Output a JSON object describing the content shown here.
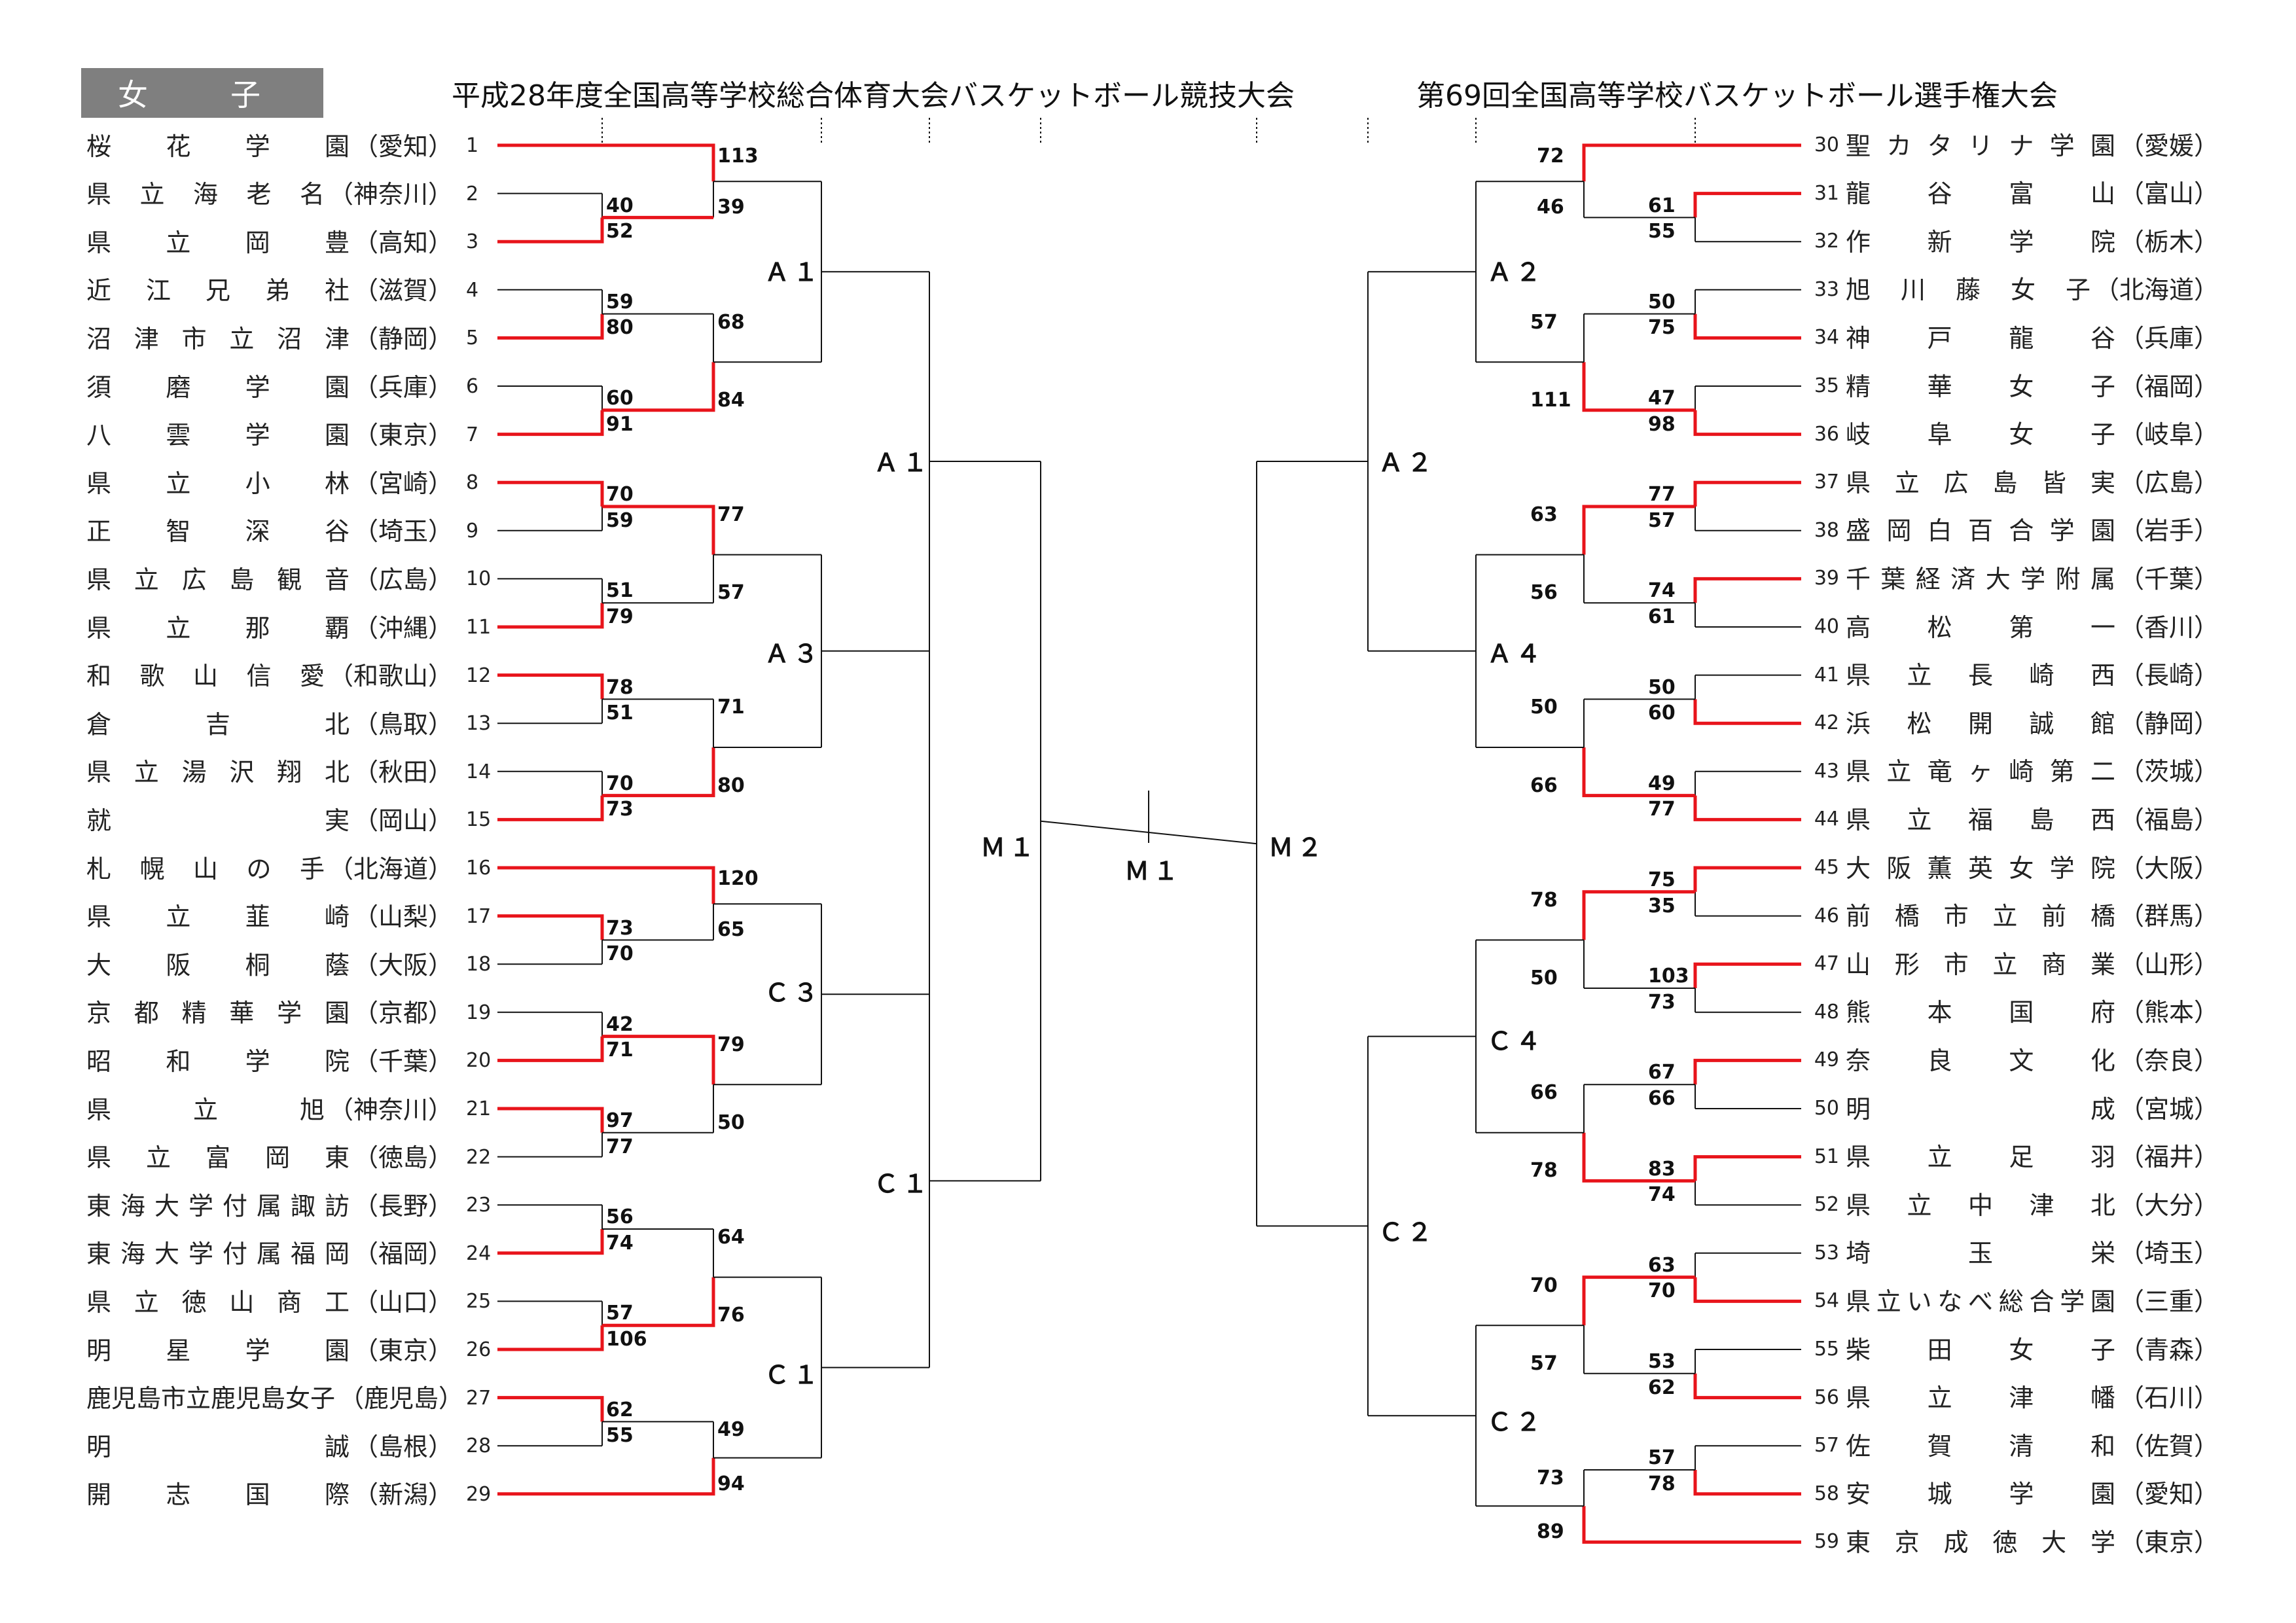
{
  "header": {
    "category": "女　子",
    "title_left": "平成28年度全国高等学校総合体育大会バスケットボール競技大会",
    "title_right": "第69回全国高等学校バスケットボール選手権大会"
  },
  "colors": {
    "winner": "#e8141b",
    "line": "#111111",
    "header_bg": "#7f7f7f"
  },
  "left_teams": [
    {
      "seed": "1",
      "name": "桜花学園",
      "pref": "愛知"
    },
    {
      "seed": "2",
      "name": "県立海老名",
      "pref": "神奈川"
    },
    {
      "seed": "3",
      "name": "県立岡豊",
      "pref": "高知"
    },
    {
      "seed": "4",
      "name": "近江兄弟社",
      "pref": "滋賀"
    },
    {
      "seed": "5",
      "name": "沼津市立沼津",
      "pref": "静岡"
    },
    {
      "seed": "6",
      "name": "須磨学園",
      "pref": "兵庫"
    },
    {
      "seed": "7",
      "name": "八雲学園",
      "pref": "東京"
    },
    {
      "seed": "8",
      "name": "県立小林",
      "pref": "宮崎"
    },
    {
      "seed": "9",
      "name": "正智深谷",
      "pref": "埼玉"
    },
    {
      "seed": "10",
      "name": "県立広島観音",
      "pref": "広島"
    },
    {
      "seed": "11",
      "name": "県立那覇",
      "pref": "沖縄"
    },
    {
      "seed": "12",
      "name": "和歌山信愛",
      "pref": "和歌山"
    },
    {
      "seed": "13",
      "name": "倉吉北",
      "pref": "鳥取"
    },
    {
      "seed": "14",
      "name": "県立湯沢翔北",
      "pref": "秋田"
    },
    {
      "seed": "15",
      "name": "就実",
      "pref": "岡山"
    },
    {
      "seed": "16",
      "name": "札幌山の手",
      "pref": "北海道"
    },
    {
      "seed": "17",
      "name": "県立韮崎",
      "pref": "山梨"
    },
    {
      "seed": "18",
      "name": "大阪桐蔭",
      "pref": "大阪"
    },
    {
      "seed": "19",
      "name": "京都精華学園",
      "pref": "京都"
    },
    {
      "seed": "20",
      "name": "昭和学院",
      "pref": "千葉"
    },
    {
      "seed": "21",
      "name": "県立旭",
      "pref": "神奈川"
    },
    {
      "seed": "22",
      "name": "県立富岡東",
      "pref": "徳島"
    },
    {
      "seed": "23",
      "name": "東海大学付属諏訪",
      "pref": "長野"
    },
    {
      "seed": "24",
      "name": "東海大学付属福岡",
      "pref": "福岡"
    },
    {
      "seed": "25",
      "name": "県立徳山商工",
      "pref": "山口"
    },
    {
      "seed": "26",
      "name": "明星学園",
      "pref": "東京"
    },
    {
      "seed": "27",
      "name": "鹿児島市立鹿児島女子",
      "pref": "鹿児島"
    },
    {
      "seed": "28",
      "name": "明誠",
      "pref": "島根"
    },
    {
      "seed": "29",
      "name": "開志国際",
      "pref": "新潟"
    }
  ],
  "right_teams": [
    {
      "seed": "30",
      "name": "聖カタリナ学園",
      "pref": "愛媛"
    },
    {
      "seed": "31",
      "name": "龍谷富山",
      "pref": "富山"
    },
    {
      "seed": "32",
      "name": "作新学院",
      "pref": "栃木"
    },
    {
      "seed": "33",
      "name": "旭川藤女子",
      "pref": "北海道"
    },
    {
      "seed": "34",
      "name": "神戸龍谷",
      "pref": "兵庫"
    },
    {
      "seed": "35",
      "name": "精華女子",
      "pref": "福岡"
    },
    {
      "seed": "36",
      "name": "岐阜女子",
      "pref": "岐阜"
    },
    {
      "seed": "37",
      "name": "県立広島皆実",
      "pref": "広島"
    },
    {
      "seed": "38",
      "name": "盛岡白百合学園",
      "pref": "岩手"
    },
    {
      "seed": "39",
      "name": "千葉経済大学附属",
      "pref": "千葉"
    },
    {
      "seed": "40",
      "name": "高松第一",
      "pref": "香川"
    },
    {
      "seed": "41",
      "name": "県立長崎西",
      "pref": "長崎"
    },
    {
      "seed": "42",
      "name": "浜松開誠館",
      "pref": "静岡"
    },
    {
      "seed": "43",
      "name": "県立竜ヶ崎第二",
      "pref": "茨城"
    },
    {
      "seed": "44",
      "name": "県立福島西",
      "pref": "福島"
    },
    {
      "seed": "45",
      "name": "大阪薫英女学院",
      "pref": "大阪"
    },
    {
      "seed": "46",
      "name": "前橋市立前橋",
      "pref": "群馬"
    },
    {
      "seed": "47",
      "name": "山形市立商業",
      "pref": "山形"
    },
    {
      "seed": "48",
      "name": "熊本国府",
      "pref": "熊本"
    },
    {
      "seed": "49",
      "name": "奈良文化",
      "pref": "奈良"
    },
    {
      "seed": "50",
      "name": "明成",
      "pref": "宮城"
    },
    {
      "seed": "51",
      "name": "県立足羽",
      "pref": "福井"
    },
    {
      "seed": "52",
      "name": "県立中津北",
      "pref": "大分"
    },
    {
      "seed": "53",
      "name": "埼玉栄",
      "pref": "埼玉"
    },
    {
      "seed": "54",
      "name": "県立いなべ総合学園",
      "pref": "三重"
    },
    {
      "seed": "55",
      "name": "柴田女子",
      "pref": "青森"
    },
    {
      "seed": "56",
      "name": "県立津幡",
      "pref": "石川"
    },
    {
      "seed": "57",
      "name": "佐賀清和",
      "pref": "佐賀"
    },
    {
      "seed": "58",
      "name": "安城学園",
      "pref": "愛知"
    },
    {
      "seed": "59",
      "name": "東京成徳大学",
      "pref": "東京"
    }
  ],
  "round_labels": {
    "left": [
      "Ａ１",
      "Ａ３",
      "Ｃ３",
      "Ｃ１",
      "Ａ１",
      "Ｃ１",
      "Ｍ１"
    ],
    "right": [
      "Ａ２",
      "Ａ４",
      "Ｃ４",
      "Ｃ２",
      "Ａ２",
      "Ｃ２",
      "Ｍ２"
    ],
    "center": "Ｍ１"
  },
  "scores": {
    "left": {
      "r1": [
        [
          "40",
          "52"
        ],
        [
          "59",
          "80"
        ],
        [
          "60",
          "91"
        ],
        [
          "70",
          "59"
        ],
        [
          "51",
          "79"
        ],
        [
          "78",
          "51"
        ],
        [
          "70",
          "73"
        ],
        [
          "73",
          "70"
        ],
        [
          "42",
          "71"
        ],
        [
          "97",
          "77"
        ],
        [
          "56",
          "74"
        ],
        [
          "57",
          "106"
        ],
        [
          "62",
          "55"
        ]
      ],
      "r2": [
        [
          "113",
          "39"
        ],
        [
          "68",
          "84"
        ],
        [
          "77",
          "57"
        ],
        [
          "71",
          "80"
        ],
        [
          "120",
          "65"
        ],
        [
          "79",
          "50"
        ],
        [
          "64",
          "76"
        ],
        [
          "49",
          "94"
        ]
      ]
    },
    "right": {
      "r1": [
        [
          "61",
          "55"
        ],
        [
          "50",
          "75"
        ],
        [
          "47",
          "98"
        ],
        [
          "77",
          "57"
        ],
        [
          "74",
          "61"
        ],
        [
          "50",
          "60"
        ],
        [
          "49",
          "77"
        ],
        [
          "75",
          "35"
        ],
        [
          "103",
          "73"
        ],
        [
          "67",
          "66"
        ],
        [
          "83",
          "74"
        ],
        [
          "63",
          "70"
        ],
        [
          "53",
          "62"
        ],
        [
          "57",
          "78"
        ]
      ],
      "r2": [
        [
          "72",
          "46"
        ],
        [
          "57",
          "111"
        ],
        [
          "63",
          "56"
        ],
        [
          "50",
          "66"
        ],
        [
          "78",
          "50"
        ],
        [
          "66",
          "78"
        ],
        [
          "70",
          "57"
        ],
        [
          "73",
          "89"
        ]
      ]
    }
  }
}
